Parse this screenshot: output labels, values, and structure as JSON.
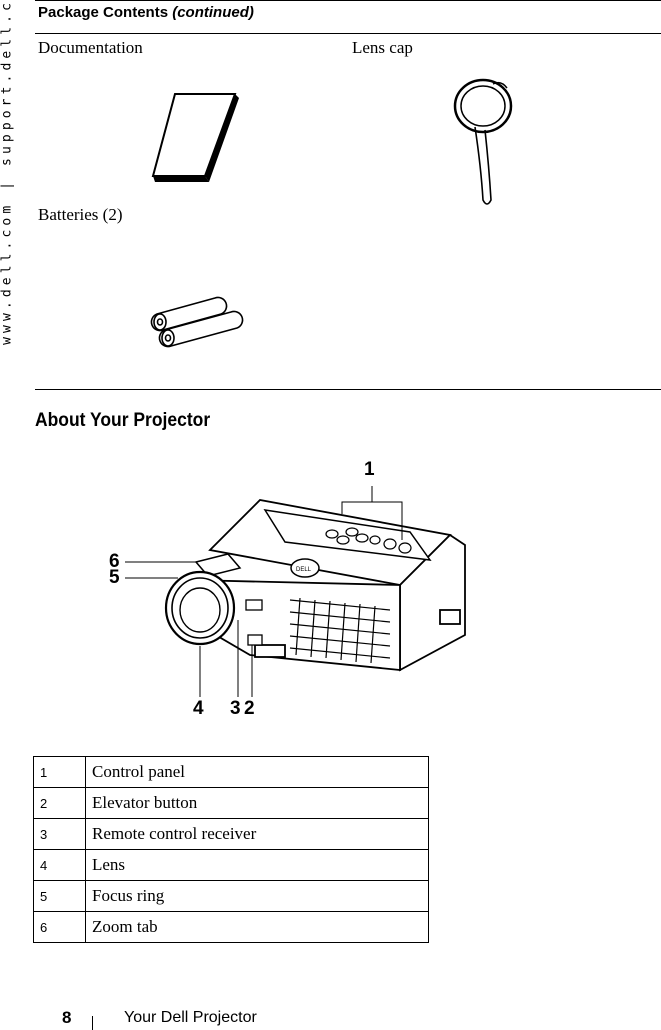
{
  "side_url": "www.dell.com | support.dell.com",
  "package_table": {
    "title": "Package Contents",
    "title_suffix": "(continued)",
    "items": [
      {
        "label": "Documentation"
      },
      {
        "label": "Lens cap"
      },
      {
        "label": "Batteries (2)"
      }
    ]
  },
  "section_heading": "About Your Projector",
  "projector_callouts": [
    "1",
    "2",
    "3",
    "4",
    "5",
    "6"
  ],
  "legend": [
    {
      "num": "1",
      "label": "Control panel"
    },
    {
      "num": "2",
      "label": "Elevator button"
    },
    {
      "num": "3",
      "label": "Remote control receiver"
    },
    {
      "num": "4",
      "label": "Lens"
    },
    {
      "num": "5",
      "label": "Focus ring"
    },
    {
      "num": "6",
      "label": "Zoom tab"
    }
  ],
  "footer": {
    "page_number": "8",
    "section": "Your Dell Projector"
  }
}
